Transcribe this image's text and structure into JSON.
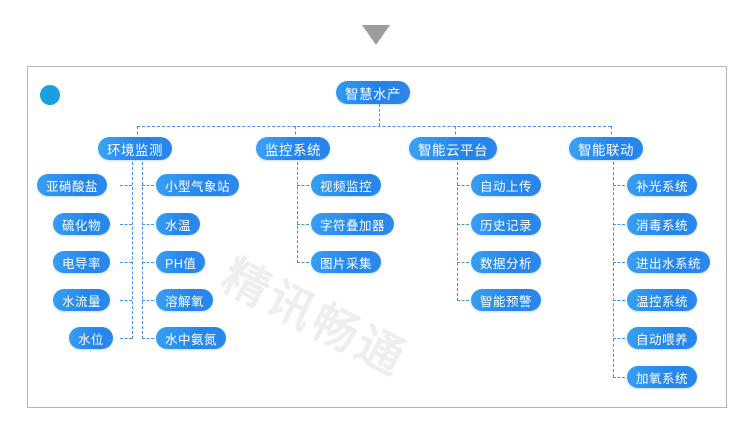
{
  "decor": {
    "top_marker": "down-triangle",
    "dot": "blue-dot",
    "watermark": "精讯畅通"
  },
  "diagram": {
    "type": "tree",
    "root": {
      "label": "智慧水产"
    },
    "branches": [
      {
        "label": "环境监测",
        "layout": "two-column",
        "left_children": [
          {
            "label": "亚硝酸盐"
          },
          {
            "label": "硫化物"
          },
          {
            "label": "电导率"
          },
          {
            "label": "水流量"
          },
          {
            "label": "水位"
          }
        ],
        "right_children": [
          {
            "label": "小型气象站"
          },
          {
            "label": "水温"
          },
          {
            "label": "PH值"
          },
          {
            "label": "溶解氧"
          },
          {
            "label": "水中氨氮"
          }
        ]
      },
      {
        "label": "监控系统",
        "layout": "single-column",
        "children": [
          {
            "label": "视频监控"
          },
          {
            "label": "字符叠加器"
          },
          {
            "label": "图片采集"
          }
        ]
      },
      {
        "label": "智能云平台",
        "layout": "single-column",
        "children": [
          {
            "label": "自动上传"
          },
          {
            "label": "历史记录"
          },
          {
            "label": "数据分析"
          },
          {
            "label": "智能预警"
          }
        ]
      },
      {
        "label": "智能联动",
        "layout": "single-column",
        "children": [
          {
            "label": "补光系统"
          },
          {
            "label": "消毒系统"
          },
          {
            "label": "进出水系统"
          },
          {
            "label": "温控系统"
          },
          {
            "label": "自动喂养"
          },
          {
            "label": "加氧系统"
          }
        ]
      }
    ]
  },
  "colors": {
    "node_blue": "#2585ea",
    "node_blue_light": "#3aa3f5",
    "connector": "#3f93ea",
    "dot": "#1a9fe0",
    "marker": "#9d9d9d",
    "card_border": "#b5b5b5"
  }
}
